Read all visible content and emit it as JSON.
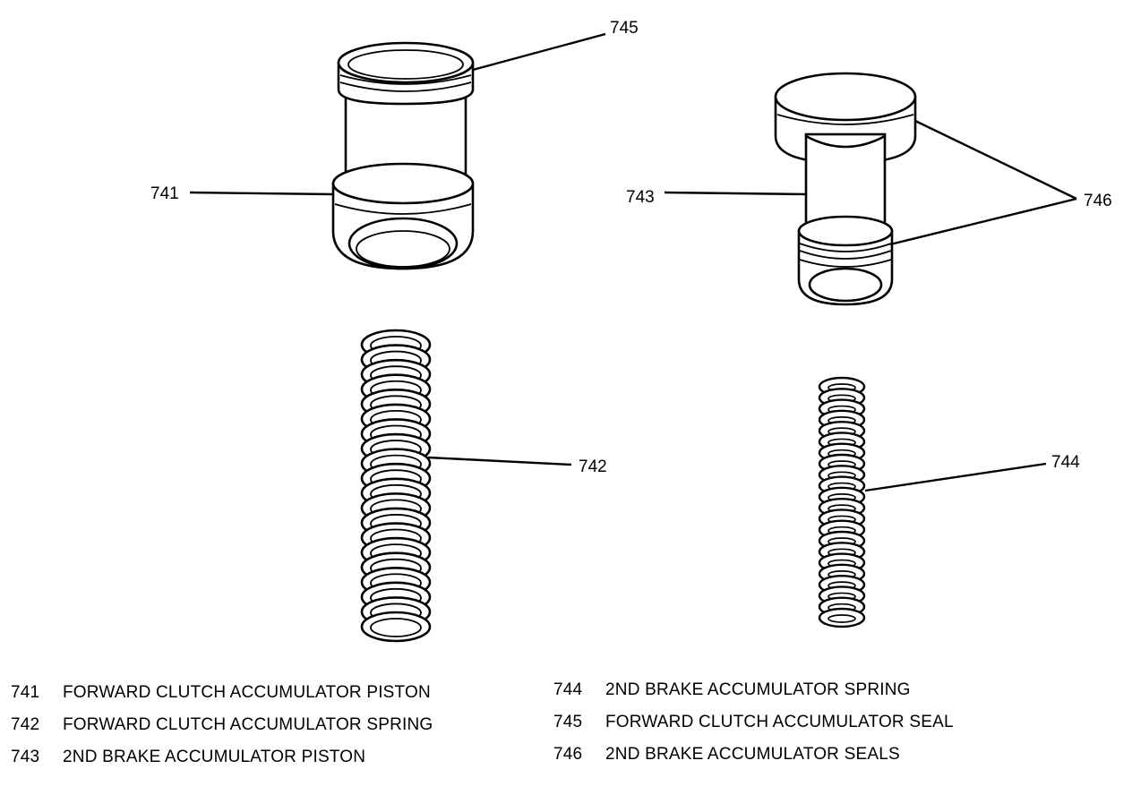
{
  "callouts": {
    "c741": "741",
    "c742": "742",
    "c743": "743",
    "c744": "744",
    "c745": "745",
    "c746": "746"
  },
  "legend": {
    "left": [
      {
        "number": "741",
        "description": "FORWARD CLUTCH ACCUMULATOR PISTON"
      },
      {
        "number": "742",
        "description": "FORWARD CLUTCH ACCUMULATOR SPRING"
      },
      {
        "number": "743",
        "description": "2ND BRAKE ACCUMULATOR PISTON"
      }
    ],
    "right": [
      {
        "number": "744",
        "description": "2ND BRAKE ACCUMULATOR SPRING"
      },
      {
        "number": "745",
        "description": "FORWARD CLUTCH ACCUMULATOR SEAL"
      },
      {
        "number": "746",
        "description": "2ND BRAKE ACCUMULATOR SEALS"
      }
    ]
  }
}
